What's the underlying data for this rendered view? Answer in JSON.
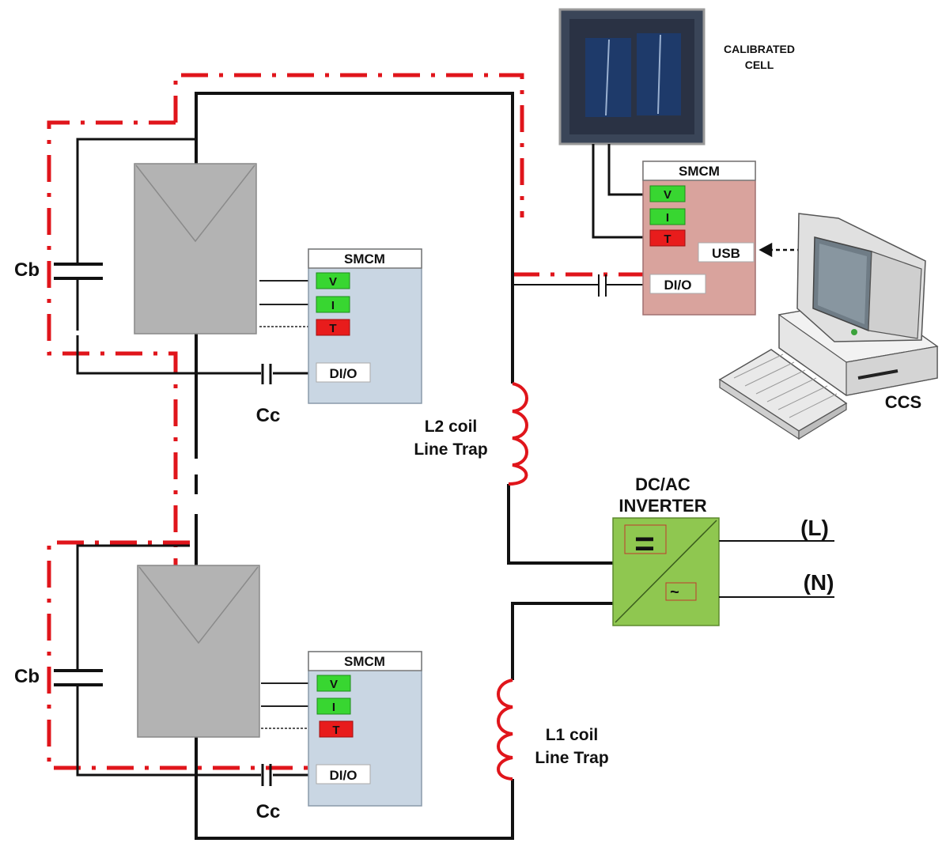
{
  "labels": {
    "cb_top": "Cb",
    "cb_bottom": "Cb",
    "cc_top": "Cc",
    "cc_bottom": "Cc",
    "l2_line1": "L2 coil",
    "l2_line2": "Line Trap",
    "l1_line1": "L1 coil",
    "l1_line2": "Line Trap",
    "inverter_line1": "DC/AC",
    "inverter_line2": "INVERTER",
    "line_out": "(L)",
    "neutral_out": "(N)",
    "calibrated_line1": "CALIBRATED",
    "calibrated_line2": "CELL",
    "ccs": "CCS",
    "inverter_dc_symbol": "=",
    "inverter_ac_symbol": "~"
  },
  "smcm_top": {
    "title": "SMCM",
    "v": "V",
    "i": "I",
    "t": "T",
    "dio": "DI/O"
  },
  "smcm_bottom": {
    "title": "SMCM",
    "v": "V",
    "i": "I",
    "t": "T",
    "dio": "DI/O"
  },
  "smcm_ref": {
    "title": "SMCM",
    "v": "V",
    "i": "I",
    "t": "T",
    "usb": "USB",
    "dio": "DI/O"
  },
  "colors": {
    "panel": "#b3b3b3",
    "smcm_module": "#c9d6e3",
    "smcm_reference": "#d9a39d",
    "signal_green": "#38d631",
    "signal_red": "#e81c1c",
    "inverter": "#8fc750",
    "plc_loop": "#e0151b",
    "coil": "#e0151b"
  }
}
